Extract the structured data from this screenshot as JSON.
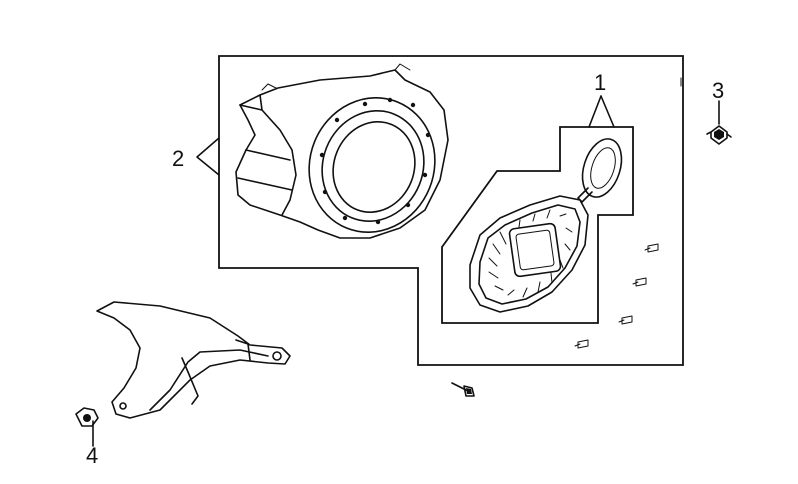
{
  "callouts": {
    "one": "1",
    "two": "2",
    "three": "3",
    "four": "4"
  },
  "icons": [
    "fan-shroud-icon",
    "recoil-starter-icon",
    "clip-icon",
    "bolt-icon",
    "bracket-icon"
  ],
  "colors": {
    "line": "#111111",
    "background": "#ffffff"
  }
}
